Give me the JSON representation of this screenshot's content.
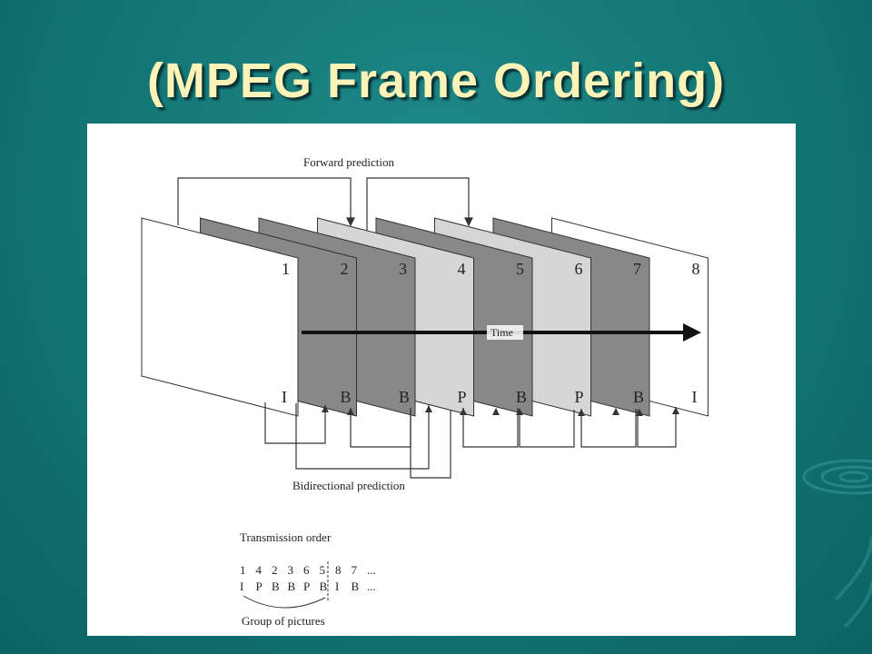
{
  "slide": {
    "title": "(MPEG Frame Ordering)"
  },
  "diagram": {
    "forward_label": "Forward prediction",
    "time_label": "Time",
    "bidirectional_label": "Bidirectional prediction",
    "frames": [
      {
        "number": "1",
        "type": "I",
        "shade": "#ffffff"
      },
      {
        "number": "2",
        "type": "B",
        "shade": "#888888"
      },
      {
        "number": "3",
        "type": "B",
        "shade": "#888888"
      },
      {
        "number": "4",
        "type": "P",
        "shade": "#d6d6d6"
      },
      {
        "number": "5",
        "type": "B",
        "shade": "#888888"
      },
      {
        "number": "6",
        "type": "P",
        "shade": "#d6d6d6"
      },
      {
        "number": "7",
        "type": "B",
        "shade": "#888888"
      },
      {
        "number": "8",
        "type": "I",
        "shade": "#ffffff"
      }
    ],
    "transmission_title": "Transmission order",
    "transmission_numbers": [
      "1",
      "4",
      "2",
      "3",
      "6",
      "5",
      "8",
      "7",
      "..."
    ],
    "transmission_types": [
      "I",
      "P",
      "B",
      "B",
      "P",
      "B",
      "I",
      "B",
      "..."
    ],
    "gop_label": "Group of pictures"
  },
  "colors": {
    "background": "#137575",
    "title": "#fbf3b8"
  }
}
